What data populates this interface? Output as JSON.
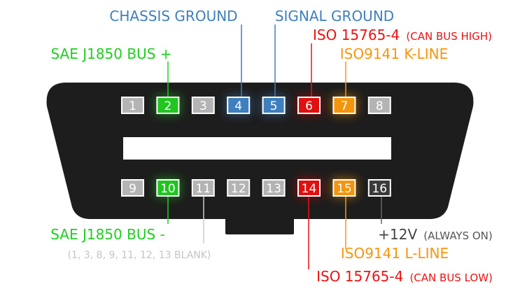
{
  "labels": {
    "chassis_ground": "CHASSIS GROUND",
    "signal_ground": "SIGNAL GROUND",
    "iso_can_high_main": "ISO 15765-4",
    "iso_can_high_sub": "(CAN BUS HIGH)",
    "iso9141_k": "ISO9141 K-LINE",
    "sae_plus": "SAE J1850 BUS +",
    "sae_minus": "SAE J1850 BUS -",
    "blank_note": "(1, 3, 8, 9, 11, 12, 13 BLANK)",
    "v12_main": "+12V",
    "v12_sub": "(ALWAYS ON)",
    "iso9141_l": "ISO9141 L-LINE",
    "iso_can_low_main": "ISO 15765-4",
    "iso_can_low_sub": "(CAN BUS LOW)"
  },
  "pins_top": [
    {
      "num": "1",
      "color": "#b4b4b4"
    },
    {
      "num": "2",
      "color": "#22c422"
    },
    {
      "num": "3",
      "color": "#b4b4b4"
    },
    {
      "num": "4",
      "color": "#3f7fc0"
    },
    {
      "num": "5",
      "color": "#3f7fc0"
    },
    {
      "num": "6",
      "color": "#e01010"
    },
    {
      "num": "7",
      "color": "#f5950e"
    },
    {
      "num": "8",
      "color": "#b4b4b4"
    }
  ],
  "pins_bottom": [
    {
      "num": "9",
      "color": "#b4b4b4"
    },
    {
      "num": "10",
      "color": "#22c422"
    },
    {
      "num": "11",
      "color": "#b4b4b4"
    },
    {
      "num": "12",
      "color": "#b4b4b4"
    },
    {
      "num": "13",
      "color": "#b4b4b4"
    },
    {
      "num": "14",
      "color": "#e01010"
    },
    {
      "num": "15",
      "color": "#f5950e"
    },
    {
      "num": "16",
      "color": "#3a3a3a"
    }
  ],
  "colors": {
    "connector": "#1d1d1d",
    "green": "#1fcf1f",
    "blue": "#3f7fc0",
    "red": "#ee1111",
    "orange": "#f7960d",
    "grey": "#b4b4b4",
    "dark": "#444444"
  }
}
